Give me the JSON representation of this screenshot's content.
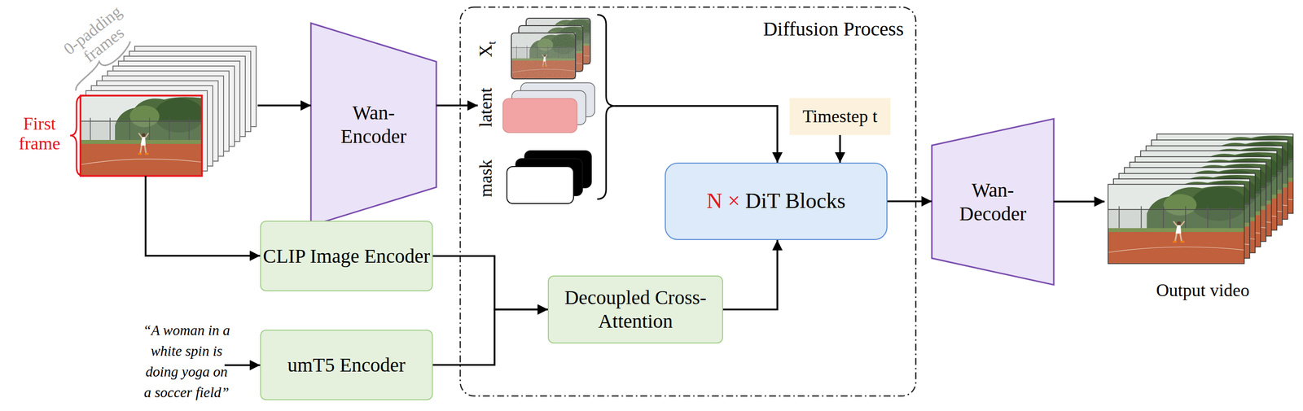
{
  "diagram": {
    "nodes": [
      {
        "text": [
          "Wan- Encoder"
        ]
      },
      {
        "text": [
          "CLIP Image Encoder"
        ]
      },
      {
        "text": [
          "umT5 Encoder"
        ]
      },
      {
        "text": [
          "Diffusion Process"
        ]
      },
      {
        "text": [
          "Timestep t"
        ],
        "in": 3
      },
      {
        "text": [
          "N ×",
          "DiT Blocks"
        ],
        "in": 3
      },
      {
        "text": [
          "Decoupled Cross-Attention"
        ],
        "in": 3
      },
      {
        "text": [
          "Wan- Decoder"
        ]
      }
    ],
    "edges": [
      {
        "from": 4,
        "to": 5,
        "arrow": "to"
      },
      {
        "from": 1,
        "to": 6,
        "arrow": "to"
      },
      {
        "from": 2,
        "to": 6,
        "arrow": "to"
      },
      {
        "from": 6,
        "to": 5,
        "arrow": "to"
      },
      {
        "from": 5,
        "to": 7,
        "arrow": "to"
      }
    ],
    "labels": [
      "0-padding frames",
      "First frame",
      "X",
      "t",
      "latent",
      "mask",
      "Output video",
      "“A woman in a white spin is doing yoga on a soccer field”"
    ]
  }
}
